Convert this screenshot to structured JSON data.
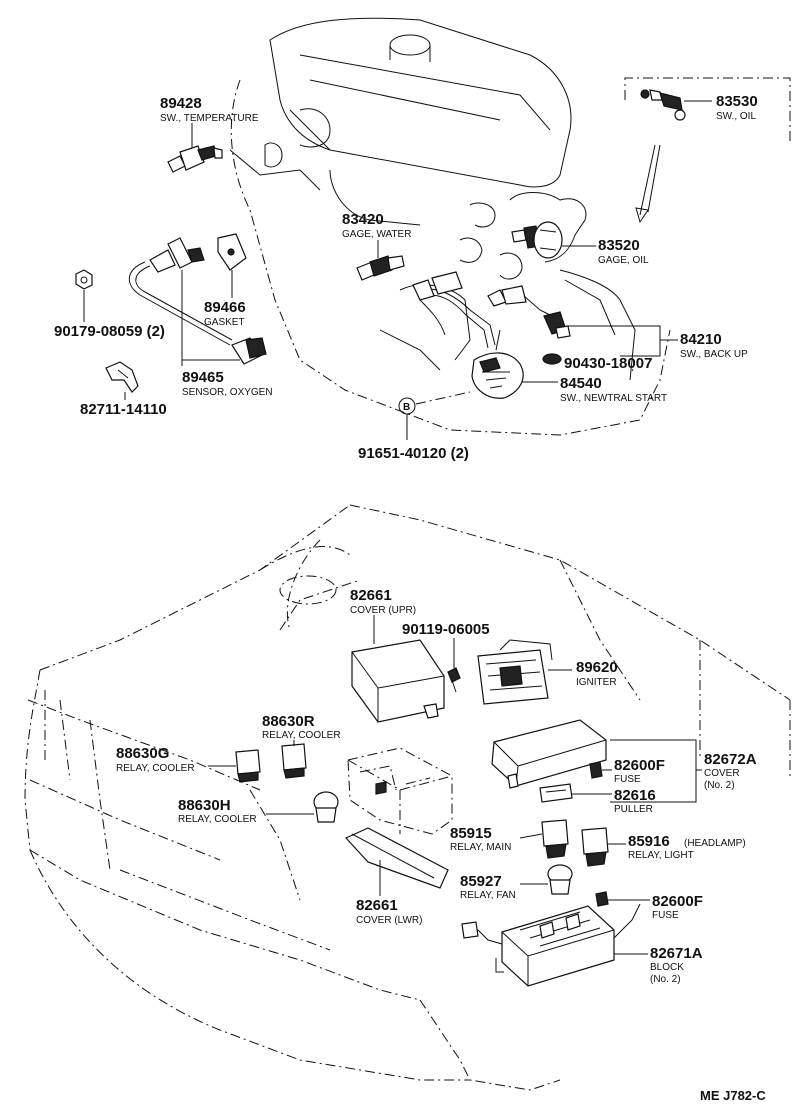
{
  "parts": {
    "p89428": {
      "number": "89428",
      "desc": "SW., TEMPERATURE"
    },
    "p83530": {
      "number": "83530",
      "desc": "SW., OIL"
    },
    "p83420": {
      "number": "83420",
      "desc": "GAGE, WATER"
    },
    "p83520": {
      "number": "83520",
      "desc": "GAGE, OIL"
    },
    "p89466": {
      "number": "89466",
      "desc": "GASKET"
    },
    "p90179": {
      "number": "90179-08059 (2)"
    },
    "p89465": {
      "number": "89465",
      "desc": "SENSOR, OXYGEN"
    },
    "p84210": {
      "number": "84210",
      "desc": "SW., BACK UP"
    },
    "p90430": {
      "number": "90430-18007"
    },
    "p84540": {
      "number": "84540",
      "desc": "SW., NEWTRAL START"
    },
    "p82711": {
      "number": "82711-14110"
    },
    "p91651": {
      "number": "91651-40120 (2)",
      "badge": "B"
    },
    "p82661u": {
      "number": "82661",
      "desc": "COVER (UPR)"
    },
    "p90119": {
      "number": "90119-06005"
    },
    "p89620": {
      "number": "89620",
      "desc": "IGNITER"
    },
    "p88630r": {
      "number": "88630R",
      "desc": "RELAY, COOLER"
    },
    "p88630g": {
      "number": "88630G",
      "desc": "RELAY, COOLER"
    },
    "p82600f1": {
      "number": "82600F",
      "desc": "FUSE"
    },
    "p82672a": {
      "number": "82672A",
      "desc": "COVER",
      "desc2": "(No. 2)"
    },
    "p88630h": {
      "number": "88630H",
      "desc": "RELAY, COOLER"
    },
    "p82616": {
      "number": "82616",
      "desc": "PULLER"
    },
    "p85915": {
      "number": "85915",
      "desc": "RELAY, MAIN"
    },
    "p85916": {
      "number": "85916",
      "note": "(HEADLAMP)",
      "desc": "RELAY, LIGHT"
    },
    "p85927": {
      "number": "85927",
      "desc": "RELAY, FAN"
    },
    "p82661l": {
      "number": "82661",
      "desc": "COVER (LWR)"
    },
    "p82600f2": {
      "number": "82600F",
      "desc": "FUSE"
    },
    "p82671a": {
      "number": "82671A",
      "desc": "BLOCK",
      "desc2": "(No. 2)"
    }
  },
  "footer": {
    "code": "ME J782-C"
  }
}
